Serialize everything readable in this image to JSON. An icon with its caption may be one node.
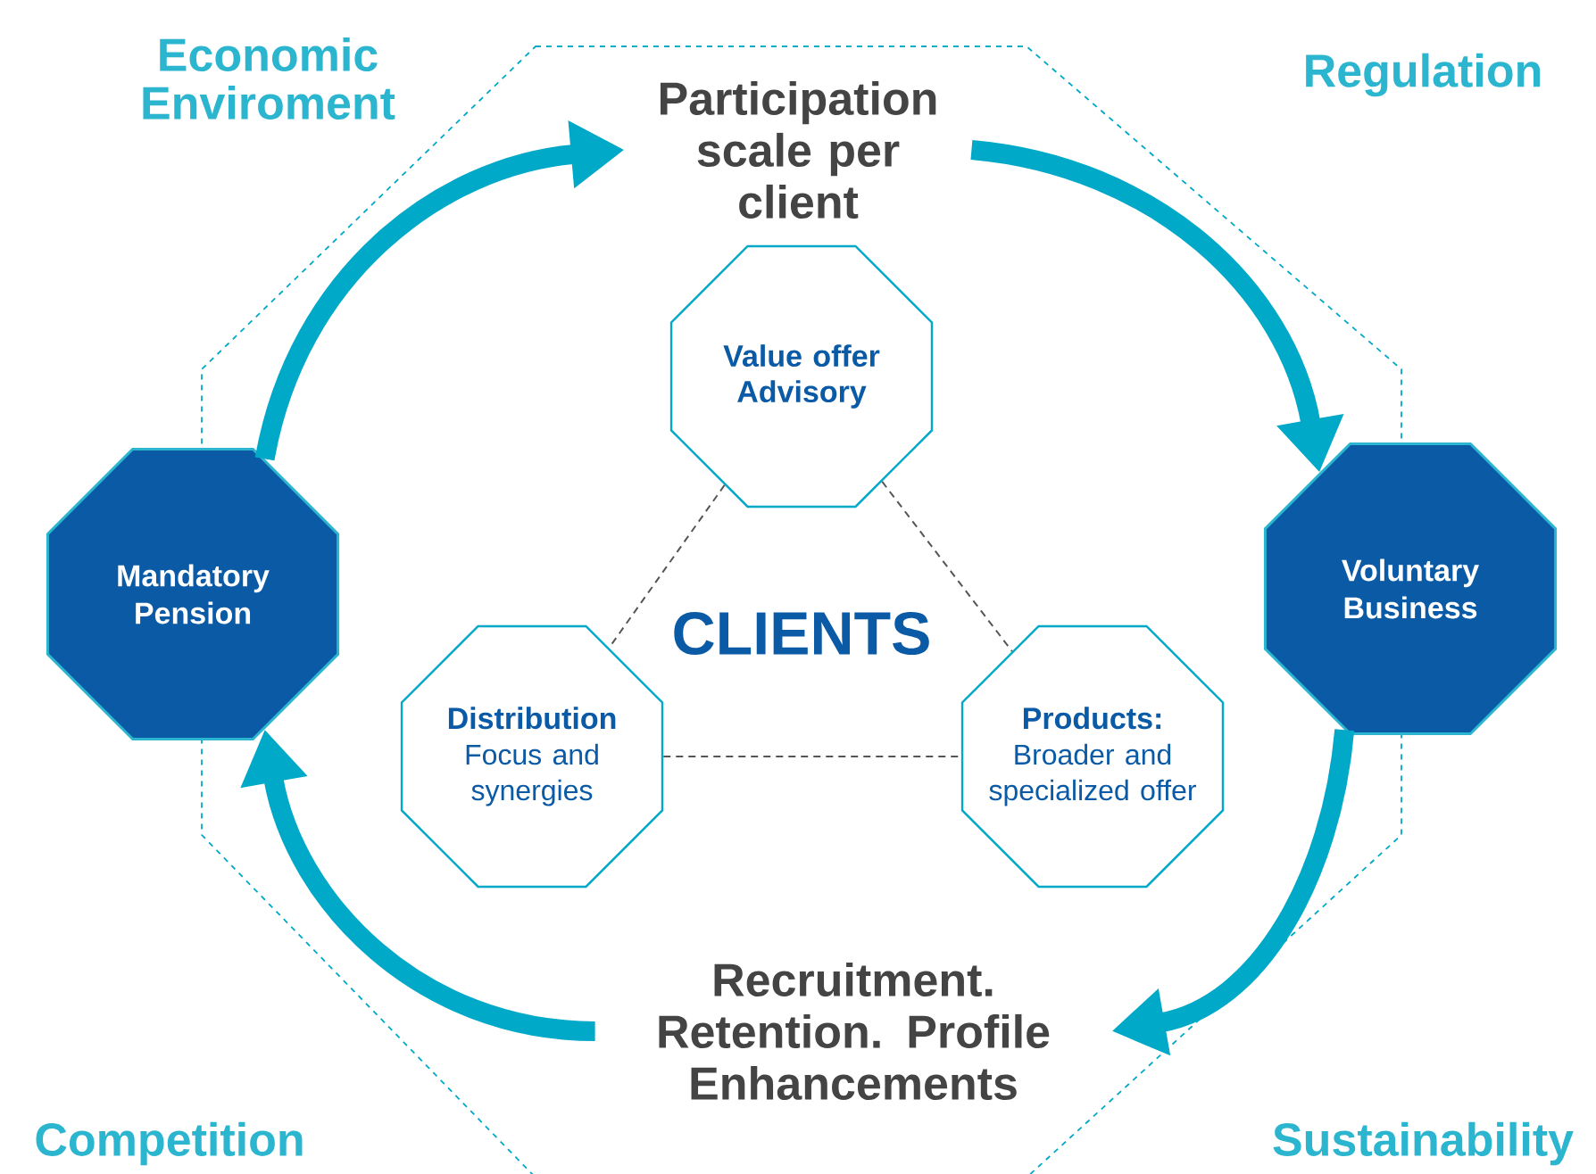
{
  "diagram": {
    "nodes": [
      {
        "text": [
          "Participation scale per client"
        ]
      },
      {
        "text": [
          "Mandatory Pension"
        ]
      },
      {
        "text": [
          "Voluntary Business"
        ]
      },
      {
        "text": [
          "Recruitment. Retention. Profile Enhancements"
        ]
      },
      {
        "text": [
          "Value offer Advisory"
        ]
      },
      {
        "text": [
          "Distribution",
          "Focus and synergies"
        ]
      },
      {
        "text": [
          "Products:",
          "Broader and specialized offer"
        ]
      }
    ],
    "edges": [
      {
        "from": 1,
        "to": 0,
        "arrow": "to"
      },
      {
        "from": 0,
        "to": 2,
        "arrow": "to"
      },
      {
        "from": 2,
        "to": 3,
        "arrow": "to"
      },
      {
        "from": 3,
        "to": 1,
        "arrow": "to"
      },
      {
        "from": 4,
        "to": 5,
        "arrow": "none",
        "style": "dashed",
        "color": "#555555"
      },
      {
        "from": 4,
        "to": 6,
        "arrow": "none",
        "style": "dashed",
        "color": "#555555"
      },
      {
        "from": 5,
        "to": 6,
        "arrow": "none",
        "style": "dashed",
        "color": "#555555"
      }
    ],
    "labels": [
      "Economic Enviroment",
      "Regulation",
      "CLIENTS",
      "Competition",
      "Sustainability"
    ]
  }
}
